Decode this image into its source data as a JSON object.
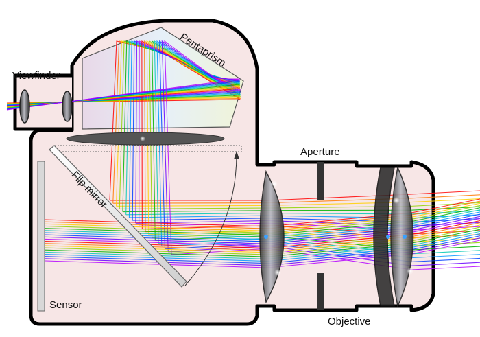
{
  "labels": {
    "viewfinder": "Viewfinder",
    "pentaprism": "Pentaprism",
    "aperture": "Aperture",
    "flip_mirror": "Flip mirror",
    "sensor": "Sensor",
    "objective": "Objective"
  },
  "colors": {
    "body_fill": "#f7e6e6",
    "outline": "#000000",
    "spectrum": [
      "#ff0000",
      "#ff7a00",
      "#ffd000",
      "#8fd400",
      "#00b400",
      "#00c8b4",
      "#0096ff",
      "#0040ff",
      "#6a00ff",
      "#b400ff"
    ]
  }
}
